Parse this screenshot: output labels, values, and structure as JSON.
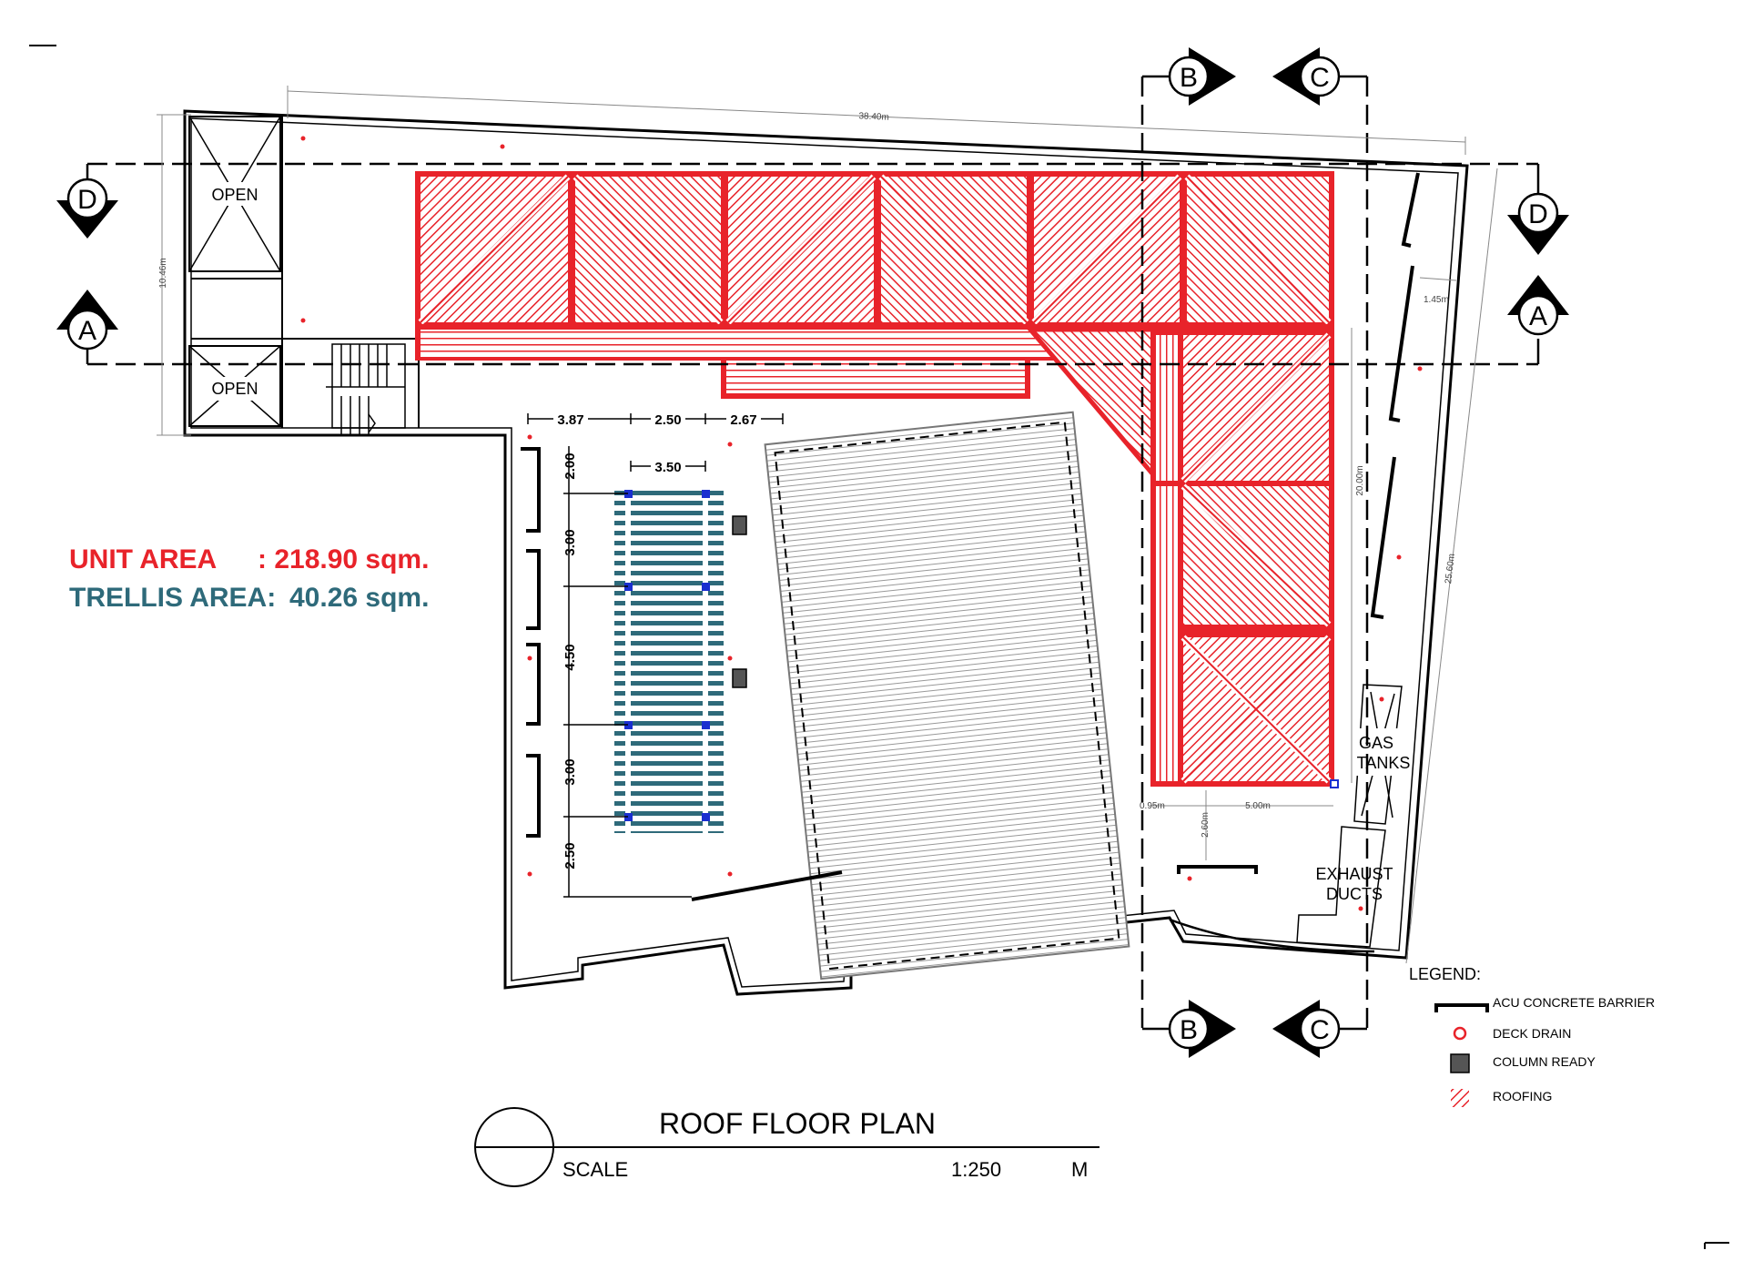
{
  "colors": {
    "roof_red": "#e8232a",
    "trellis_teal": "#2e6a7a",
    "trellis_post": "#1a2fd0",
    "drain_red": "#e8232a",
    "column_grey": "#555555",
    "line": "#000000"
  },
  "areas": {
    "unit_label": "UNIT AREA",
    "unit_value": ": 218.90 sqm.",
    "trellis_label": "TRELLIS AREA:",
    "trellis_value": "40.26 sqm."
  },
  "rooms": {
    "open_1": "OPEN",
    "open_2": "OPEN",
    "gas_1": "GAS",
    "gas_2": "TANKS",
    "exhaust_1": "EXHAUST",
    "exhaust_2": "DUCTS"
  },
  "section_markers": {
    "a": "A",
    "b": "B",
    "c": "C",
    "d": "D"
  },
  "dimensions": {
    "overall_width": "38.40m",
    "left_height": "10.46m",
    "right_length": "25.60m",
    "right_width": "1.45m",
    "wing_height": "20.00m",
    "wing_width": "5.00m",
    "small_gap": "0.95m",
    "wing_offset": "2.60m",
    "trellis_top": [
      "3.87",
      "2.50",
      "2.67"
    ],
    "trellis_inner": "3.50",
    "trellis_side": [
      "2.00",
      "3.00",
      "4.50",
      "3.00",
      "2.50"
    ]
  },
  "legend": {
    "title": "LEGEND:",
    "items": [
      {
        "icon": "barrier-icon",
        "label": "ACU CONCRETE BARRIER"
      },
      {
        "icon": "drain-icon",
        "label": "DECK DRAIN"
      },
      {
        "icon": "column-icon",
        "label": "COLUMN READY"
      },
      {
        "icon": "roofing-icon",
        "label": "ROOFING"
      }
    ]
  },
  "title_block": {
    "title": "ROOF FLOOR PLAN",
    "scale_label": "SCALE",
    "scale_value": "1:250",
    "unit": "M"
  }
}
